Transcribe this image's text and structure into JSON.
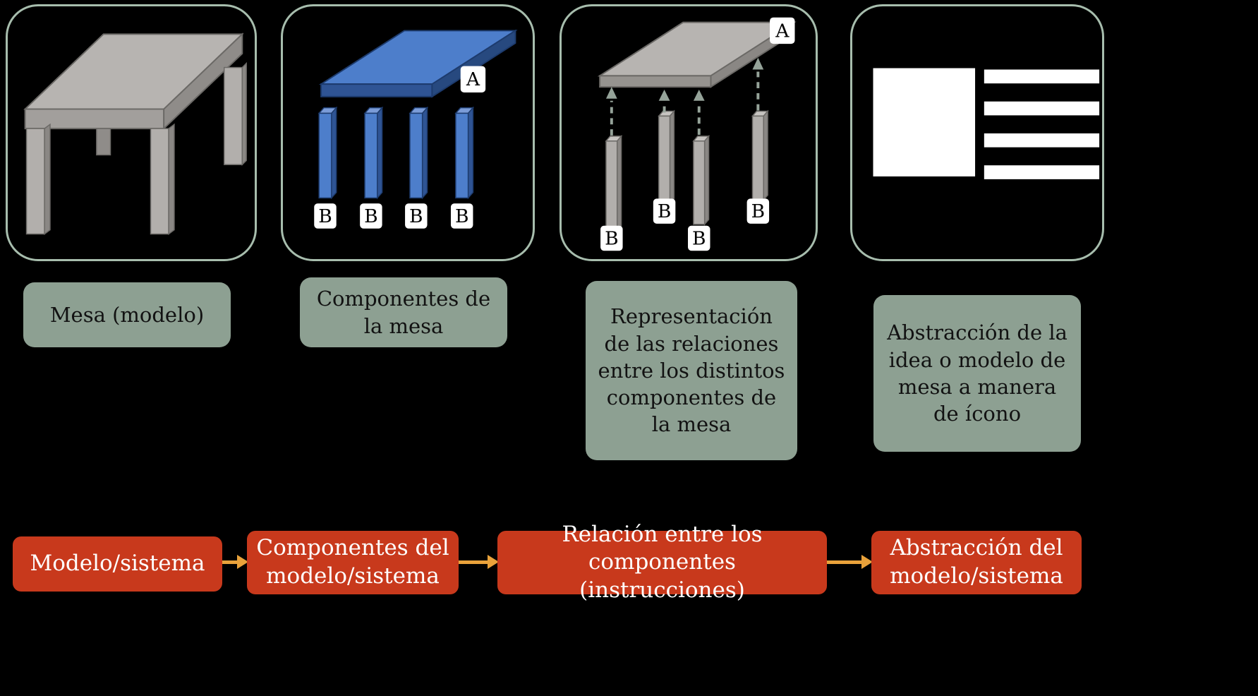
{
  "colors": {
    "background": "#000000",
    "panel_border": "#a7bdad",
    "caption_bg": "#8da092",
    "caption_text": "#121212",
    "flow_box_bg": "#c8391c",
    "flow_box_text": "#ffffff",
    "flow_arrow": "#e9a23b",
    "table_blue": "#4d7ecb",
    "table_gray": "#b2afac",
    "icon_white": "#ffffff"
  },
  "panels": [
    {
      "caption": "Mesa (modelo)",
      "illustration": "gray-3d-table"
    },
    {
      "caption": "Componentes de la mesa",
      "illustration": "blue-tabletop-and-four-legs",
      "labels": {
        "top": "A",
        "leg": "B"
      }
    },
    {
      "caption": "Representación de las relaciones entre los distintos componentes de la mesa",
      "illustration": "gray-tabletop-legs-with-dashed-arrows",
      "labels": {
        "top": "A",
        "leg": "B"
      }
    },
    {
      "caption": "Abstracción de la idea o modelo de mesa a manera de ícono",
      "illustration": "white-square-and-bars-icon"
    }
  ],
  "flow": [
    {
      "label": "Modelo/sistema"
    },
    {
      "label": "Componentes del modelo/sistema"
    },
    {
      "label": "Relación entre los componentes (instrucciones)"
    },
    {
      "label": "Abstracción del modelo/sistema"
    }
  ]
}
